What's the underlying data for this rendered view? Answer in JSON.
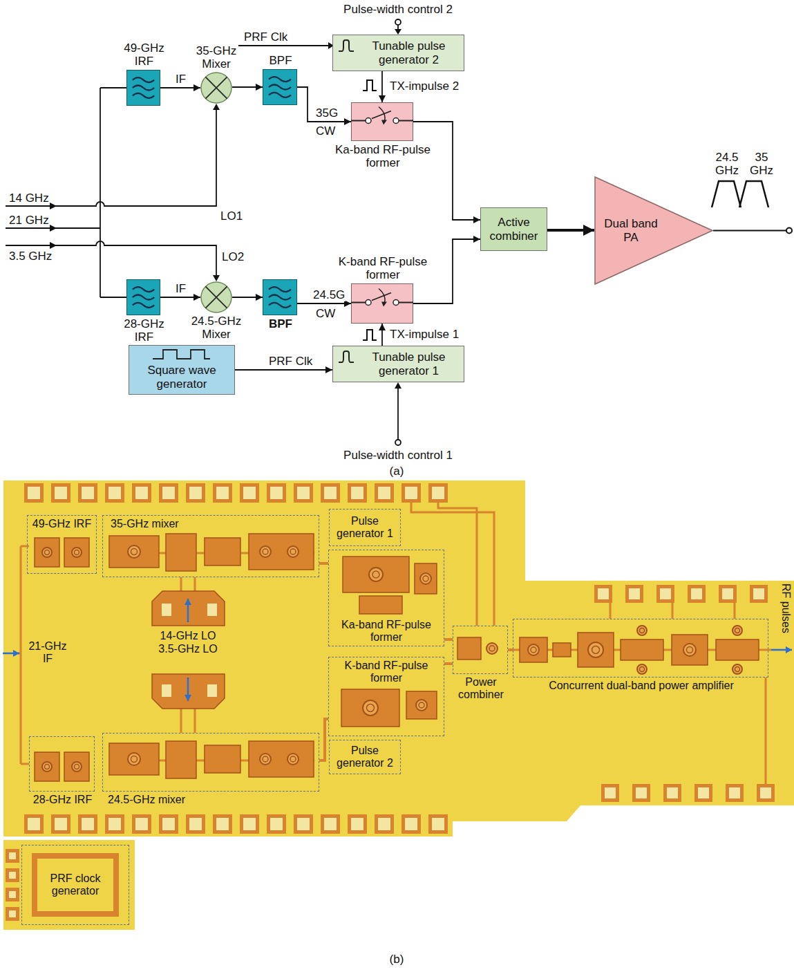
{
  "diagram": {
    "nodes": [
      {
        "text": [
          "Tunable pulse generator 2"
        ]
      },
      {
        "text": [
          "49-GHz IRF"
        ]
      },
      {
        "text": [
          "35-GHz Mixer"
        ]
      },
      {
        "text": [
          "BPF"
        ]
      },
      {
        "text": [
          "Ka-band RF-pulse former"
        ]
      },
      {
        "text": [
          "Active combiner"
        ]
      },
      {
        "text": [
          "Dual band PA"
        ]
      },
      {
        "text": [
          "K-band RF-pulse former"
        ]
      },
      {
        "text": [
          "28-GHz IRF"
        ]
      },
      {
        "text": [
          "24.5-GHz Mixer"
        ]
      },
      {
        "text": [
          "BPF"
        ]
      },
      {
        "text": [
          "Square wave generator"
        ]
      },
      {
        "text": [
          "Tunable pulse generator 1"
        ]
      },
      {
        "text": [
          "49-GHz IRF"
        ]
      },
      {
        "text": [
          "35-GHz mixer"
        ]
      },
      {
        "text": [
          "Pulse generator 1"
        ]
      },
      {
        "text": [
          "Ka-band RF-pulse former"
        ]
      },
      {
        "text": [
          "K-band RF-pulse former"
        ]
      },
      {
        "text": [
          "Power combiner"
        ]
      },
      {
        "text": [
          "Concurrent dual-band power amplifier"
        ]
      },
      {
        "text": [
          "Pulse generator 2"
        ]
      },
      {
        "text": [
          "28-GHz IRF"
        ]
      },
      {
        "text": [
          "24.5-GHz mixer"
        ]
      },
      {
        "text": [
          "PRF clock generator"
        ]
      }
    ],
    "edges": [
      {
        "from": 0,
        "to": 4,
        "arrow": "to"
      },
      {
        "from": 1,
        "to": 2,
        "arrow": "to"
      },
      {
        "from": 2,
        "to": 3,
        "arrow": "to"
      },
      {
        "from": 3,
        "to": 4,
        "arrow": "to"
      },
      {
        "from": 4,
        "to": 5,
        "arrow": "to"
      },
      {
        "from": 7,
        "to": 5,
        "arrow": "to"
      },
      {
        "from": 5,
        "to": 6,
        "arrow": "to"
      },
      {
        "from": 8,
        "to": 9,
        "arrow": "to"
      },
      {
        "from": 9,
        "to": 10,
        "arrow": "to"
      },
      {
        "from": 10,
        "to": 7,
        "arrow": "to"
      },
      {
        "from": 11,
        "to": 12,
        "arrow": "to"
      },
      {
        "from": 12,
        "to": 7,
        "arrow": "to"
      },
      {
        "from": 14,
        "to": 16,
        "arrow": "none"
      },
      {
        "from": 22,
        "to": 17,
        "arrow": "none"
      },
      {
        "from": 16,
        "to": 18,
        "arrow": "none"
      },
      {
        "from": 17,
        "to": 18,
        "arrow": "none"
      },
      {
        "from": 18,
        "to": 19,
        "arrow": "none"
      }
    ],
    "labels": [
      "Pulse-width control 2",
      "PRF Clk",
      "TX-impulse 2",
      "IF",
      "35G",
      "CW",
      "14 GHz",
      "LO1",
      "21 GHz",
      "3.5 GHz",
      "LO2",
      "24.5 GHz",
      "35 GHz",
      "IF",
      "24.5G",
      "CW",
      "TX-impulse 1",
      "PRF Clk",
      "Pulse-width control 1",
      "(a)",
      "21-GHz IF",
      "14-GHz LO",
      "3.5-GHz LO",
      "RF pulses",
      "(b)"
    ]
  }
}
